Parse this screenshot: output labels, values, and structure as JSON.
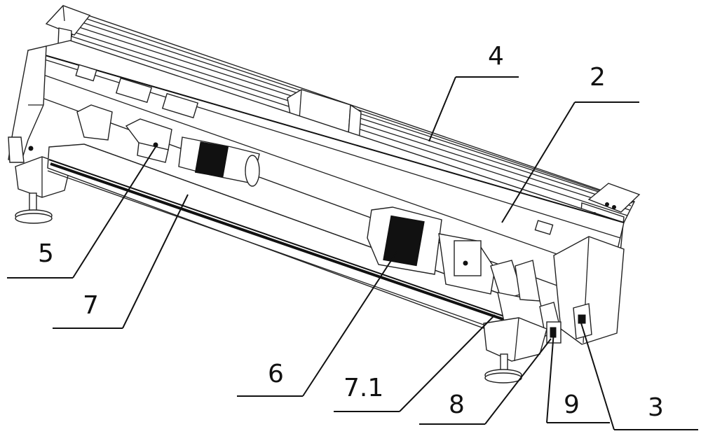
{
  "figure": {
    "labels": {
      "l4": "4",
      "l2": "2",
      "l5": "5",
      "l7": "7",
      "l6": "6",
      "l71": "7.1",
      "l8": "8",
      "l9": "9",
      "l3": "3"
    }
  }
}
